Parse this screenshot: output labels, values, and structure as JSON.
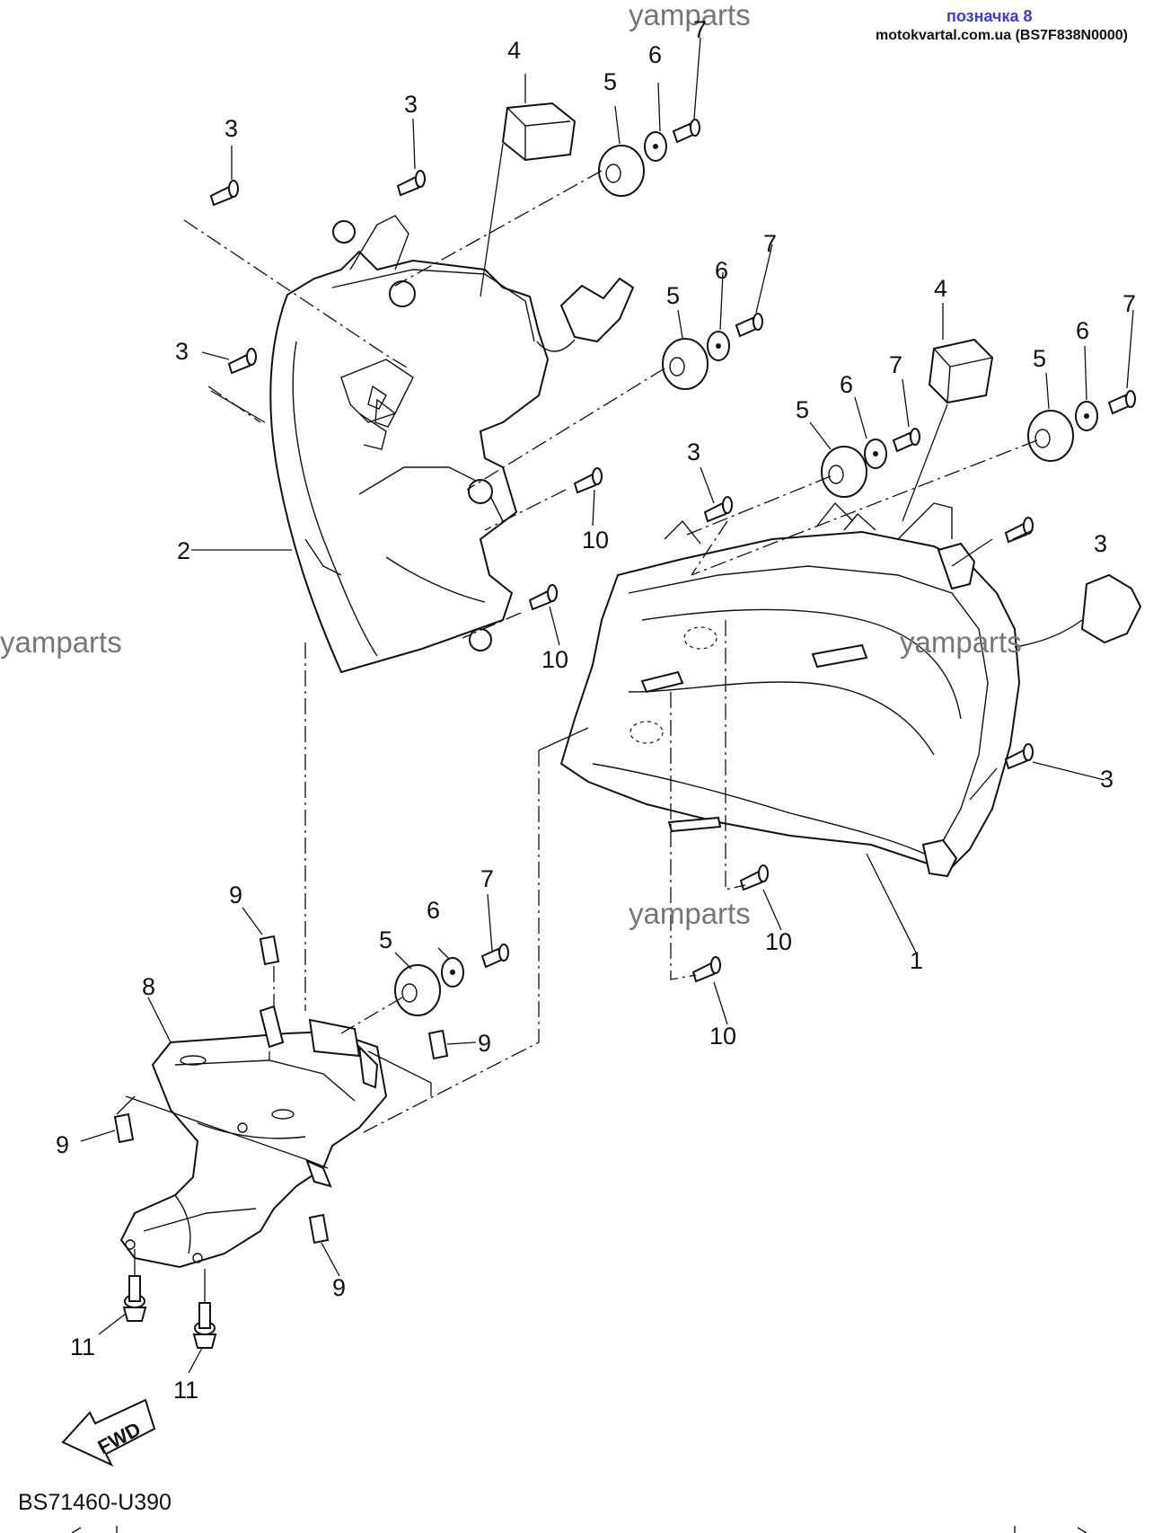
{
  "header": {
    "label": "позначка 8",
    "source": "motokvartal.com.ua (BS7F838N0000)"
  },
  "watermarks": [
    "yamparts",
    "yamparts",
    "yamparts",
    "yamparts"
  ],
  "callouts": {
    "c1": "1",
    "c2": "2",
    "c3": "3",
    "c4": "4",
    "c5": "5",
    "c6": "6",
    "c7": "7",
    "c8": "8",
    "c9": "9",
    "c10": "10",
    "c11": "11"
  },
  "fwd_label": "FWD",
  "diagram_code": "BS71460-U390"
}
